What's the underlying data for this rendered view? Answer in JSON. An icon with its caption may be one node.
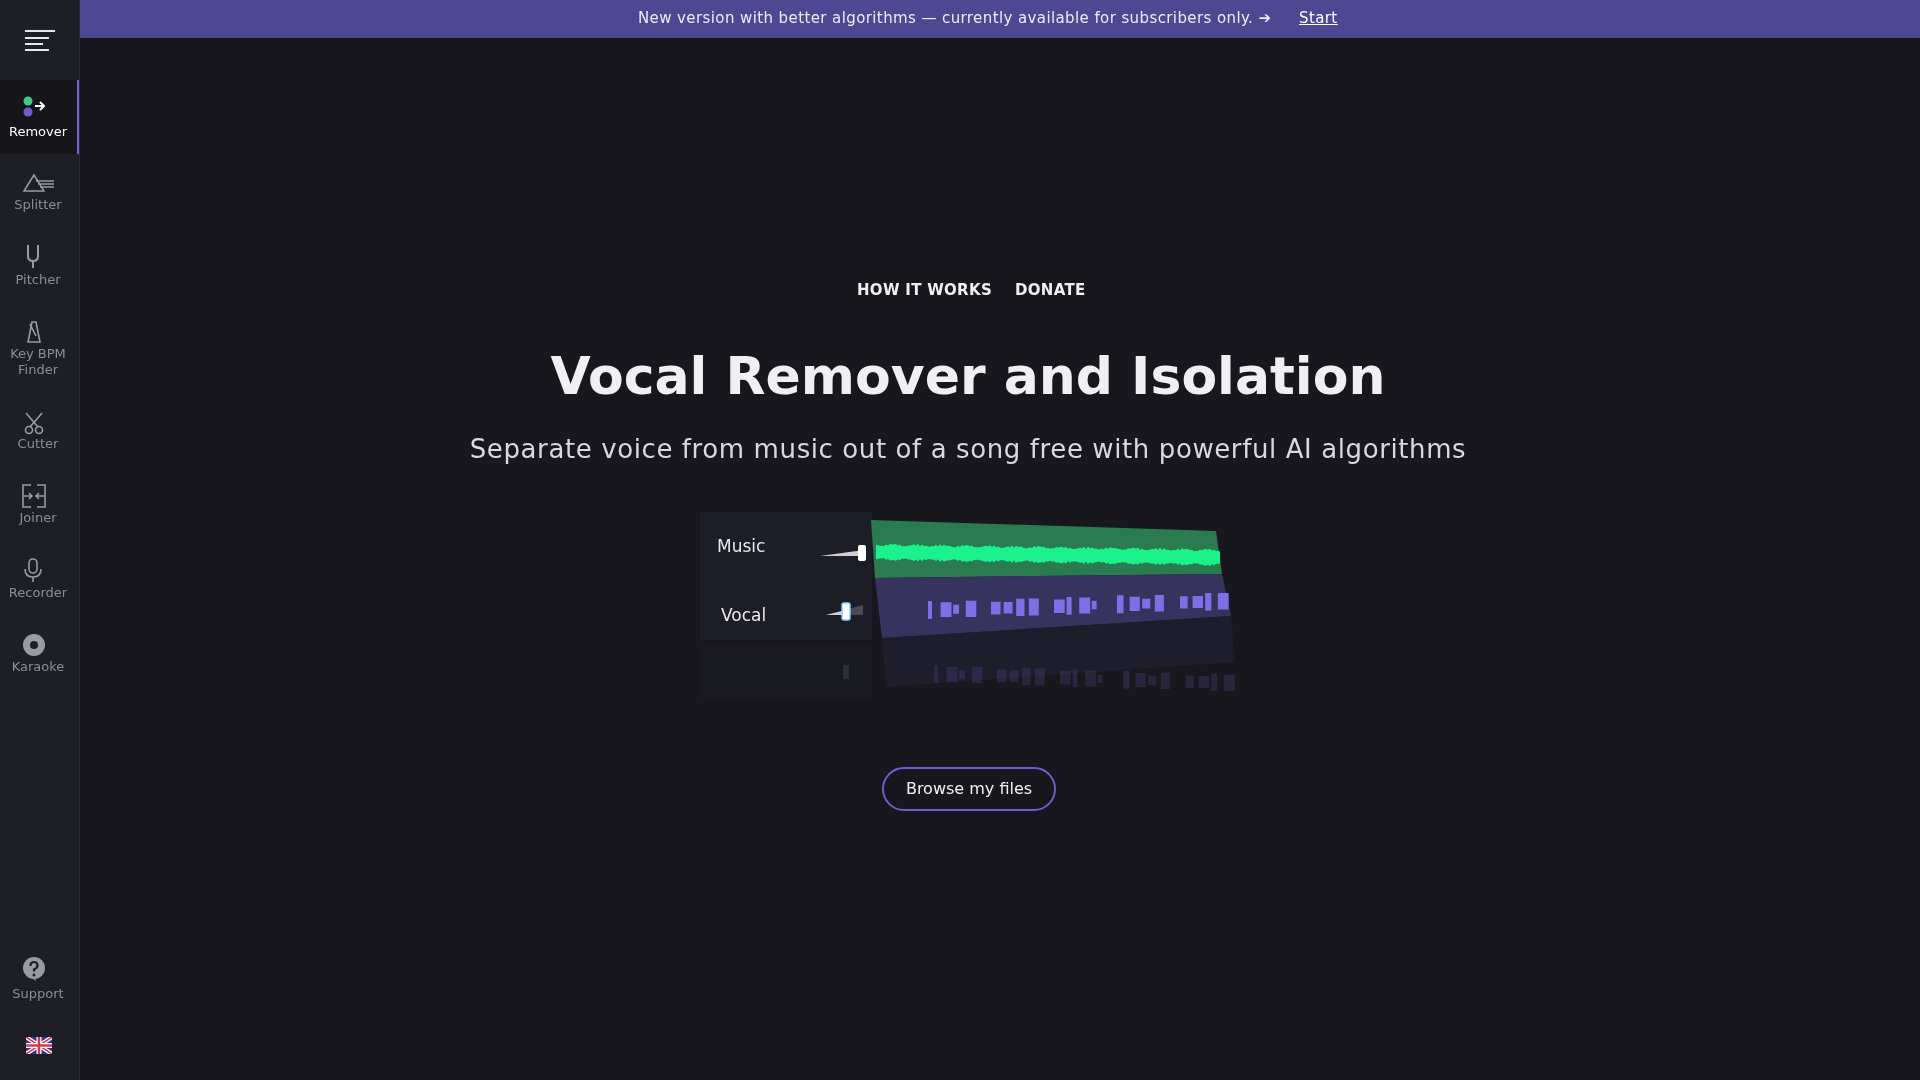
{
  "diagram": {
    "title": "Vocal Remover and Isolation",
    "labels": [
      "New version with better algorithms — currently available for subscribers only. ➔",
      "Start",
      "Remover",
      "Splitter",
      "Pitcher",
      "Key BPM Finder",
      "Cutter",
      "Joiner",
      "Recorder",
      "Karaoke",
      "Support",
      "HOW IT WORKS",
      "DONATE",
      "Separate voice from music out of a song free with powerful AI algorithms",
      "Music",
      "Vocal",
      "Browse my files"
    ]
  }
}
